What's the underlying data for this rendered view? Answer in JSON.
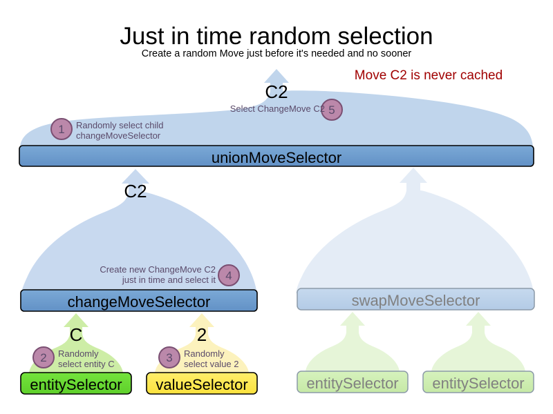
{
  "header": {
    "title": "Just in time random selection",
    "subtitle": "Create a random Move just before it's needed and no sooner",
    "note": "Move C2 is never cached",
    "note_color": "#a00000"
  },
  "diagram": {
    "type": "move-selector-tree",
    "nodes": [
      {
        "id": "unionMoveSelector",
        "label": "unionMoveSelector",
        "fill": "#6f9fd0",
        "dome_fill": "#c0d5ec",
        "text_color": "#000000",
        "state": "active",
        "move_label": "C2"
      },
      {
        "id": "changeMoveSelector",
        "label": "changeMoveSelector",
        "fill": "#6f9fd0",
        "dome_fill": "#c8d9ef",
        "text_color": "#000000",
        "state": "active",
        "move_label": "C2"
      },
      {
        "id": "swapMoveSelector",
        "label": "swapMoveSelector",
        "fill": "#bdd3ea",
        "dome_fill": "#e4ecf6",
        "text_color": "#808080",
        "state": "faded",
        "move_label": ""
      },
      {
        "id": "entitySelectorChange",
        "label": "entitySelector",
        "fill": "#66dd33",
        "dome_fill": "#cdeda6",
        "text_color": "#000000",
        "state": "active",
        "move_label": "C"
      },
      {
        "id": "valueSelectorChange",
        "label": "valueSelector",
        "fill": "#ffe84d",
        "dome_fill": "#fcf2bd",
        "text_color": "#000000",
        "state": "active",
        "move_label": "2"
      },
      {
        "id": "entitySelectorSwapLeft",
        "label": "entitySelector",
        "fill": "#cdeeb0",
        "dome_fill": "#e6f5d8",
        "text_color": "#808080",
        "state": "faded",
        "move_label": ""
      },
      {
        "id": "entitySelectorSwapRight",
        "label": "entitySelector",
        "fill": "#cdeeb0",
        "dome_fill": "#e6f5d8",
        "text_color": "#808080",
        "state": "faded",
        "move_label": ""
      }
    ],
    "steps": [
      {
        "number": "1",
        "text_line1": "Randomly select child",
        "text_line2": "changeMoveSelector",
        "align": "left"
      },
      {
        "number": "2",
        "text_line1": "Randomly",
        "text_line2": "select entity C",
        "align": "left"
      },
      {
        "number": "3",
        "text_line1": "Randomly",
        "text_line2": "select value 2",
        "align": "left"
      },
      {
        "number": "4",
        "text_line1": "Create new ChangeMove C2",
        "text_line2": "just in time and select it",
        "align": "right"
      },
      {
        "number": "5",
        "text_line1": "Select ChangeMove C2",
        "text_line2": "",
        "align": "right"
      }
    ],
    "badge_fill": "#bb88aa",
    "badge_stroke": "#7a4f72",
    "badge_text_color": "#5a4a6a"
  }
}
